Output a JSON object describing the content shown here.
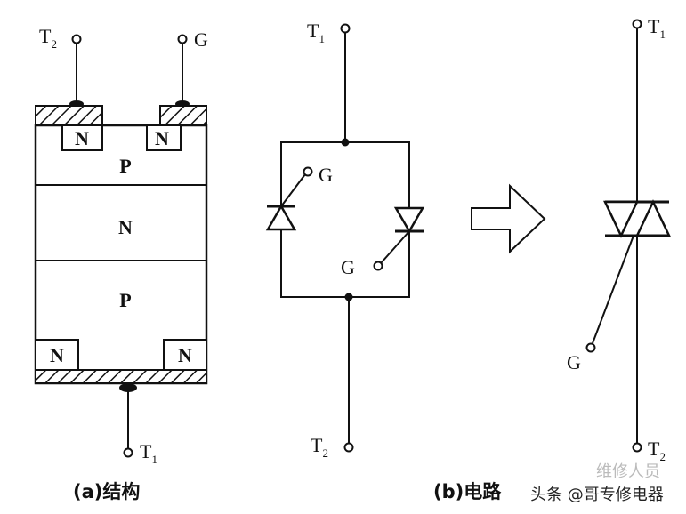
{
  "structure": {
    "terminal_t2": {
      "main": "T",
      "sub": "2"
    },
    "terminal_g": "G",
    "terminal_t1": {
      "main": "T",
      "sub": "1"
    },
    "top_n_left": "N",
    "top_n_right": "N",
    "layer_p_top": "P",
    "layer_n_mid": "N",
    "layer_p_bottom": "P",
    "bottom_n_left": "N",
    "bottom_n_right": "N",
    "caption": "(a)结构"
  },
  "circuit": {
    "terminal_t1": {
      "main": "T",
      "sub": "1"
    },
    "terminal_t2": {
      "main": "T",
      "sub": "2"
    },
    "gate_upper": "G",
    "gate_lower": "G",
    "caption": "(b)电路"
  },
  "symbol": {
    "terminal_t1": {
      "main": "T",
      "sub": "1"
    },
    "terminal_t2": {
      "main": "T",
      "sub": "2"
    },
    "gate": "G"
  },
  "watermark": {
    "faint_text": "维修人员",
    "text": "头条 @哥专修电器"
  }
}
